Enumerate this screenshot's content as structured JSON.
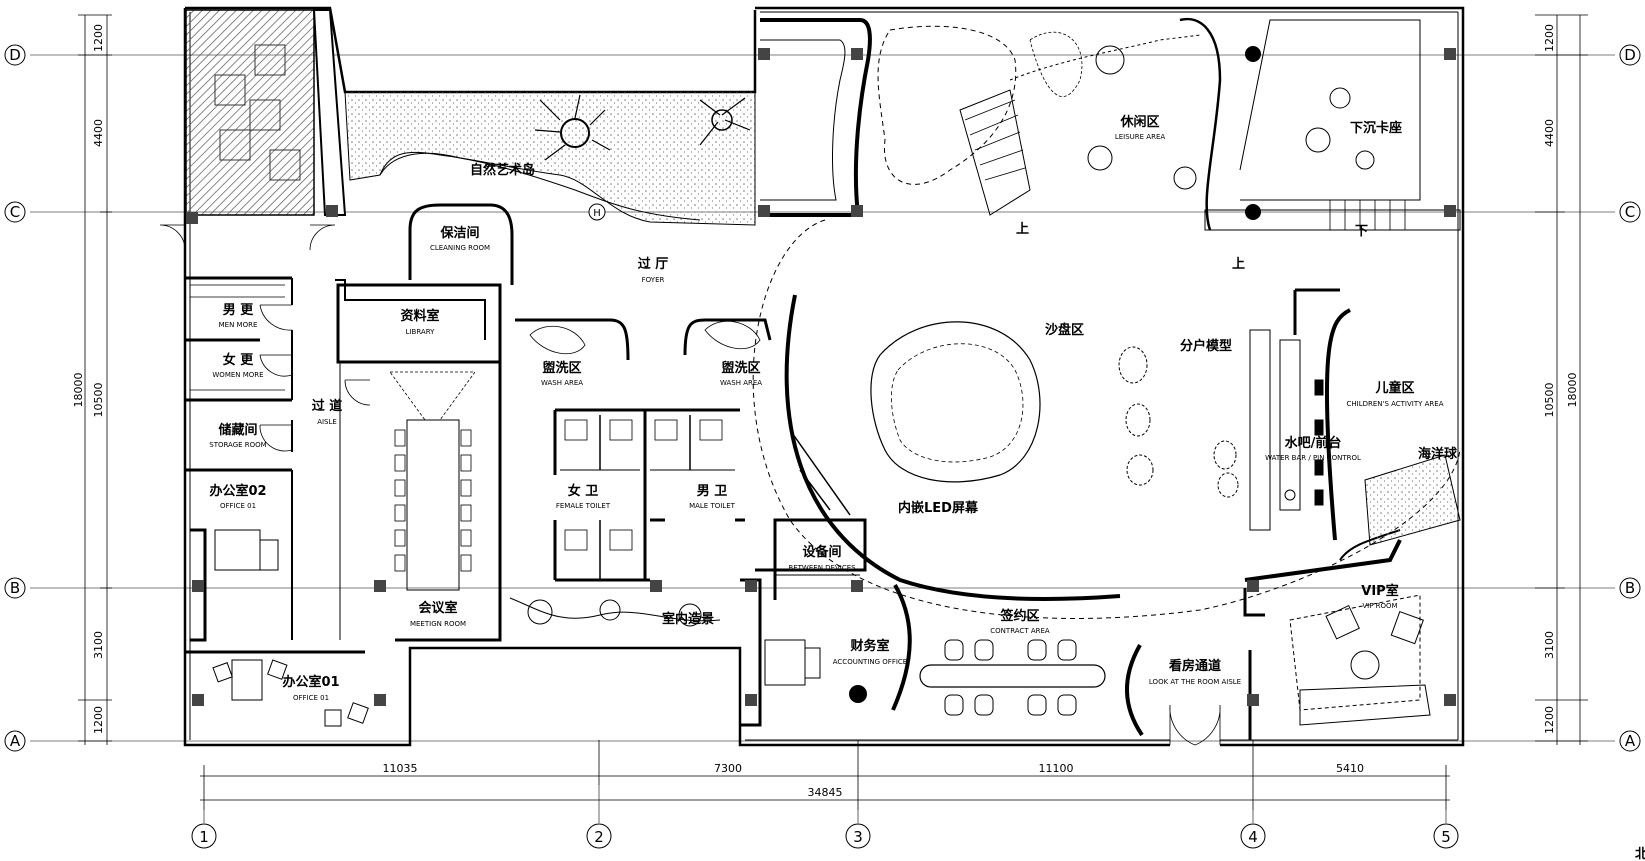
{
  "rooms": {
    "cleaning": {
      "cn": "保洁间",
      "en": "CLEANING ROOM"
    },
    "foyer": {
      "cn": "过 厅",
      "en": "FOYER"
    },
    "library": {
      "cn": "资料室",
      "en": "LIBRARY"
    },
    "men_more": {
      "cn": "男 更",
      "en": "MEN MORE"
    },
    "women_more": {
      "cn": "女 更",
      "en": "WOMEN MORE"
    },
    "aisle": {
      "cn": "过 道",
      "en": "AISLE"
    },
    "storage": {
      "cn": "储藏间",
      "en": "STORAGE ROOM"
    },
    "office02": {
      "cn": "办公室02",
      "en": "OFFICE 01"
    },
    "office01": {
      "cn": "办公室01",
      "en": "OFFICE 01"
    },
    "meeting": {
      "cn": "会议室",
      "en": "MEETIGN ROOM"
    },
    "wash_left": {
      "cn": "盥洗区",
      "en": "WASH AREA"
    },
    "wash_right": {
      "cn": "盥洗区",
      "en": "WASH AREA"
    },
    "female_toilet": {
      "cn": "女 卫",
      "en": "FEMALE TOILET"
    },
    "male_toilet": {
      "cn": "男 卫",
      "en": "MALE TOILET"
    },
    "devices": {
      "cn": "设备间",
      "en": "BETWEEN DEVICES"
    },
    "accounting": {
      "cn": "财务室",
      "en": "ACCOUNTING OFFICE"
    },
    "contract": {
      "cn": "签约区",
      "en": "CONTRACT AREA"
    },
    "room_aisle": {
      "cn": "看房通道",
      "en": "LOOK AT THE ROOM AISLE"
    },
    "leisure": {
      "cn": "休闲区",
      "en": "LEISURE AREA"
    },
    "children": {
      "cn": "儿童区",
      "en": "CHILDREN'S ACTIVITY AREA"
    },
    "water_bar": {
      "cn": "水吧/前台",
      "en": "WATER BAR / PIN CONTROL"
    },
    "vip": {
      "cn": "VIP室",
      "en": "VIP ROOM"
    }
  },
  "annotations": {
    "nature_island": "自然艺术岛",
    "sand_table": "沙盘区",
    "unit_model": "分户模型",
    "led_screen": "内嵌LED屏幕",
    "indoor_landscape": "室内造景",
    "sunken_booth": "下沉卡座",
    "ocean_ball": "海洋球",
    "stair_up": "上",
    "stair_down": "下",
    "ramp_up": "上",
    "north": "北"
  },
  "axes": {
    "columns": [
      "1",
      "2",
      "3",
      "4",
      "5"
    ],
    "rows": [
      "A",
      "B",
      "C",
      "D"
    ]
  },
  "dimensions": {
    "horizontal_segments": [
      "11035",
      "7300",
      "11100",
      "5410"
    ],
    "horizontal_total": "34845",
    "vertical_segments_left": [
      "1200",
      "4400",
      "10500",
      "3100",
      "1200"
    ],
    "vertical_total_left": "18000",
    "vertical_segments_right": [
      "1200",
      "4400",
      "10500",
      "3100",
      "1200"
    ],
    "vertical_total_right": "18000"
  },
  "colors": {
    "line": "#000000",
    "hatch": "#555555",
    "background": "#ffffff"
  }
}
